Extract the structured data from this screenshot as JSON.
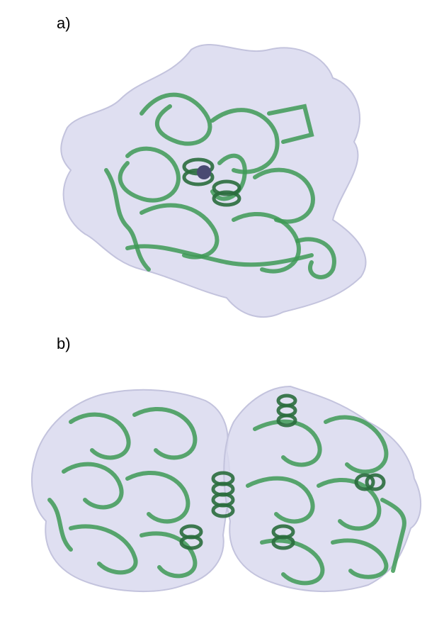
{
  "panels": [
    {
      "label": "a)",
      "subject": "protein-surface-ribbon-monomer",
      "metal_ion": true
    },
    {
      "label": "b)",
      "subject": "protein-surface-ribbon-dimer",
      "metal_ion": false
    }
  ],
  "colors": {
    "surface": "#d9d9ee",
    "surface_edge": "#c3c3dd",
    "ribbon": "#3e9a56",
    "ribbon_dark": "#2a6d3d",
    "ion": "#4a4a72",
    "background": "#ffffff"
  }
}
